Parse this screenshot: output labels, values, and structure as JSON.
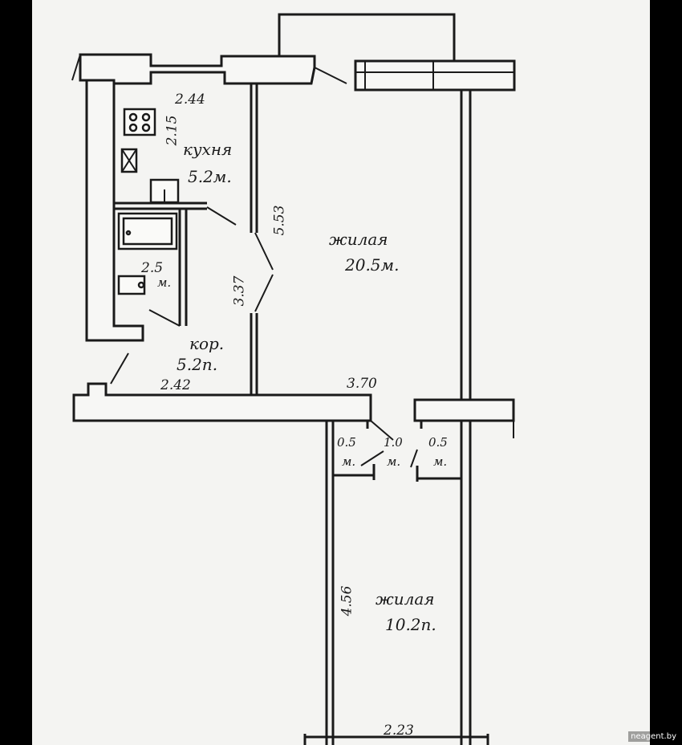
{
  "rooms": {
    "kitchen": {
      "name": "кухня",
      "area": "5.2м."
    },
    "living_large": {
      "name": "жилая",
      "area": "20.5м."
    },
    "bathroom": {
      "area_value": "2.5",
      "area_unit": "м."
    },
    "corridor": {
      "name": "кор.",
      "area": "5.2п."
    },
    "closet_left": {
      "area_value": "0.5",
      "area_unit": "м."
    },
    "closet_mid": {
      "area_value": "1.0",
      "area_unit": "м."
    },
    "closet_right": {
      "area_value": "0.5",
      "area_unit": "м."
    },
    "living_small": {
      "name": "жилая",
      "area": "10.2п."
    }
  },
  "dimensions": {
    "kitchen_width": "2.44",
    "kitchen_depth": "2.15",
    "living_large_length": "5.53",
    "corridor_length": "3.37",
    "corridor_width": "2.42",
    "living_large_width": "3.70",
    "living_small_length": "4.56",
    "living_small_width": "2.23"
  },
  "watermark": "neagent.by"
}
